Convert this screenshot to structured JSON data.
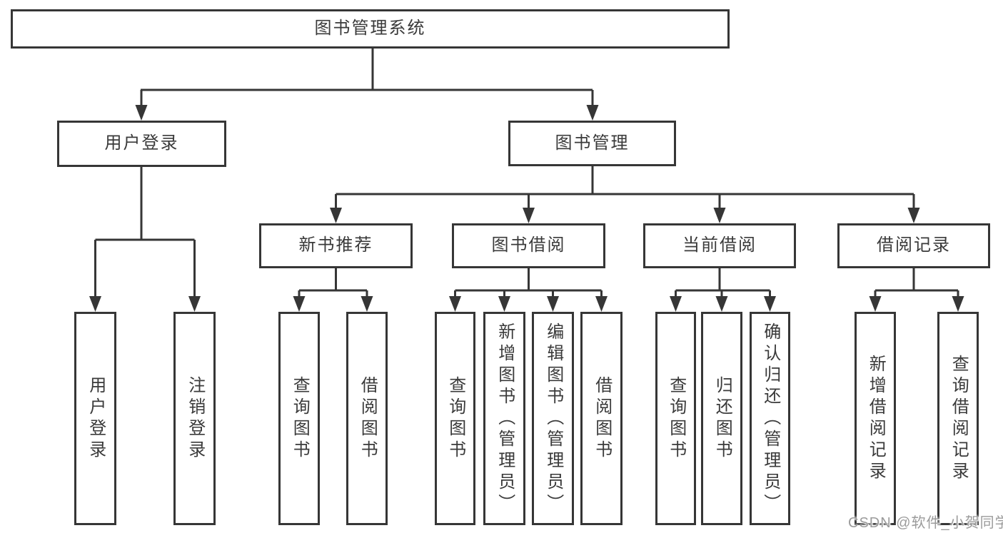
{
  "diagram": {
    "root": {
      "label": "图书管理系统"
    },
    "user_login": {
      "label": "用户登录",
      "children": [
        {
          "label": "用户登录"
        },
        {
          "label": "注销登录"
        }
      ]
    },
    "book_management": {
      "label": "图书管理",
      "sections": [
        {
          "label": "新书推荐",
          "children": [
            {
              "label": "查询图书"
            },
            {
              "label": "借阅图书"
            }
          ]
        },
        {
          "label": "图书借阅",
          "children": [
            {
              "label": "查询图书"
            },
            {
              "label": "新增图书（管理员）"
            },
            {
              "label": "编辑图书（管理员）"
            },
            {
              "label": "借阅图书"
            }
          ]
        },
        {
          "label": "当前借阅",
          "children": [
            {
              "label": "查询图书"
            },
            {
              "label": "归还图书"
            },
            {
              "label": "确认归还（管理员）"
            }
          ]
        },
        {
          "label": "借阅记录",
          "children": [
            {
              "label": "新增借阅记录"
            },
            {
              "label": "查询借阅记录"
            }
          ]
        }
      ]
    }
  },
  "watermark": {
    "text": "CSDN @软件_小贺同学"
  },
  "colors": {
    "line": "#363636",
    "text": "#3a3a3a",
    "watermark": "#9b9b9b",
    "background": "#ffffff"
  }
}
